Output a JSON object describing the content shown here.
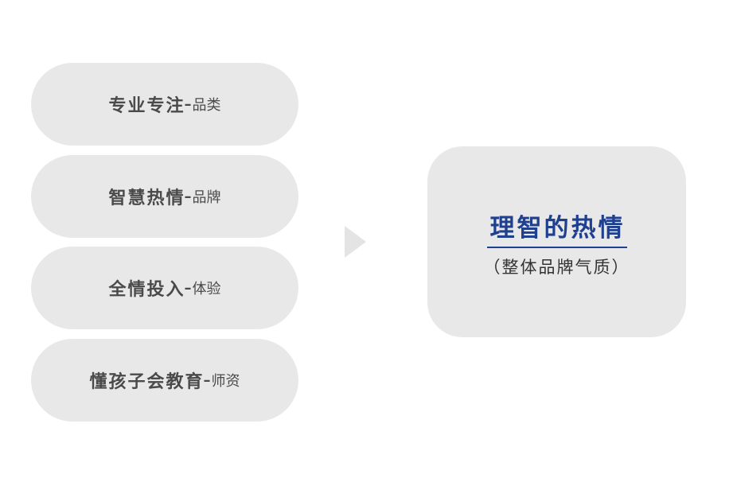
{
  "items": [
    {
      "main": "专业专注",
      "separator": "–",
      "sub": "品类"
    },
    {
      "main": "智慧热情",
      "separator": "–",
      "sub": "品牌"
    },
    {
      "main": "全情投入",
      "separator": "–",
      "sub": "体验"
    },
    {
      "main": "懂孩子会教育",
      "separator": "–",
      "sub": "师资"
    }
  ],
  "result": {
    "title": "理智的热情",
    "subtitle": "（整体品牌气质）"
  },
  "colors": {
    "pill_bg": "#e8e8e8",
    "pill_text": "#4a4a4a",
    "title_blue": "#1f3f8f",
    "arrow": "#e4e4e4"
  },
  "icons": {
    "connector": "triangle-right-arrow"
  }
}
